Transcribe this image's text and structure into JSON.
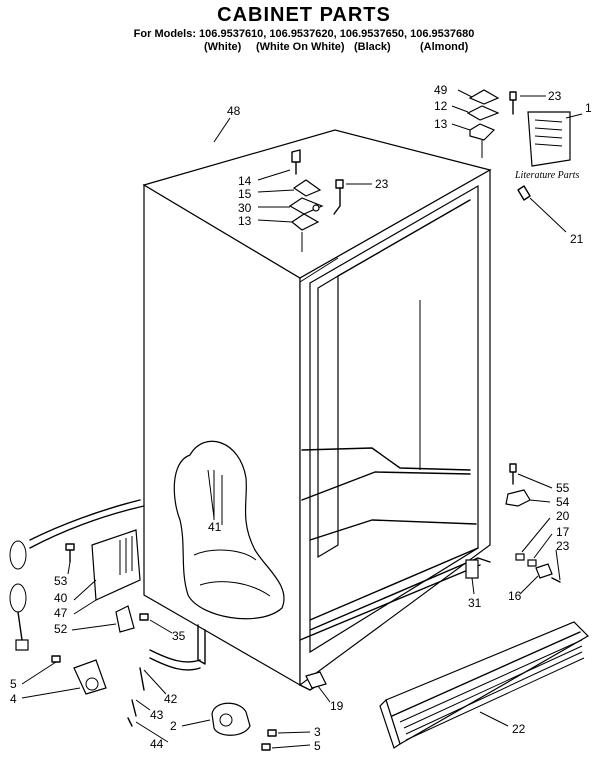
{
  "header": {
    "title": "CABINET PARTS",
    "models_line": "For Models: 106.9537610, 106.9537620, 106.9537650, 106.9537680",
    "color_white": "(White)",
    "color_white_on_white": "(White On White)",
    "color_black": "(Black)",
    "color_almond": "(Almond)"
  },
  "literature_label": "Literature Parts",
  "callouts": [
    {
      "id": "p48",
      "text": "48"
    },
    {
      "id": "p49",
      "text": "49"
    },
    {
      "id": "p12",
      "text": "12"
    },
    {
      "id": "p13a",
      "text": "13"
    },
    {
      "id": "p23a",
      "text": "23"
    },
    {
      "id": "p1",
      "text": "1"
    },
    {
      "id": "p14",
      "text": "14"
    },
    {
      "id": "p15",
      "text": "15"
    },
    {
      "id": "p30",
      "text": "30"
    },
    {
      "id": "p13b",
      "text": "13"
    },
    {
      "id": "p23b",
      "text": "23"
    },
    {
      "id": "p21",
      "text": "21"
    },
    {
      "id": "p41",
      "text": "41"
    },
    {
      "id": "p55",
      "text": "55"
    },
    {
      "id": "p54",
      "text": "54"
    },
    {
      "id": "p20",
      "text": "20"
    },
    {
      "id": "p17",
      "text": "17"
    },
    {
      "id": "p23c",
      "text": "23"
    },
    {
      "id": "p16",
      "text": "16"
    },
    {
      "id": "p31",
      "text": "31"
    },
    {
      "id": "p53",
      "text": "53"
    },
    {
      "id": "p40",
      "text": "40"
    },
    {
      "id": "p47",
      "text": "47"
    },
    {
      "id": "p52",
      "text": "52"
    },
    {
      "id": "p35",
      "text": "35"
    },
    {
      "id": "p5a",
      "text": "5"
    },
    {
      "id": "p4",
      "text": "4"
    },
    {
      "id": "p42",
      "text": "42"
    },
    {
      "id": "p43",
      "text": "43"
    },
    {
      "id": "p2",
      "text": "2"
    },
    {
      "id": "p44",
      "text": "44"
    },
    {
      "id": "p19",
      "text": "19"
    },
    {
      "id": "p3",
      "text": "3"
    },
    {
      "id": "p5b",
      "text": "5"
    },
    {
      "id": "p22",
      "text": "22"
    }
  ]
}
